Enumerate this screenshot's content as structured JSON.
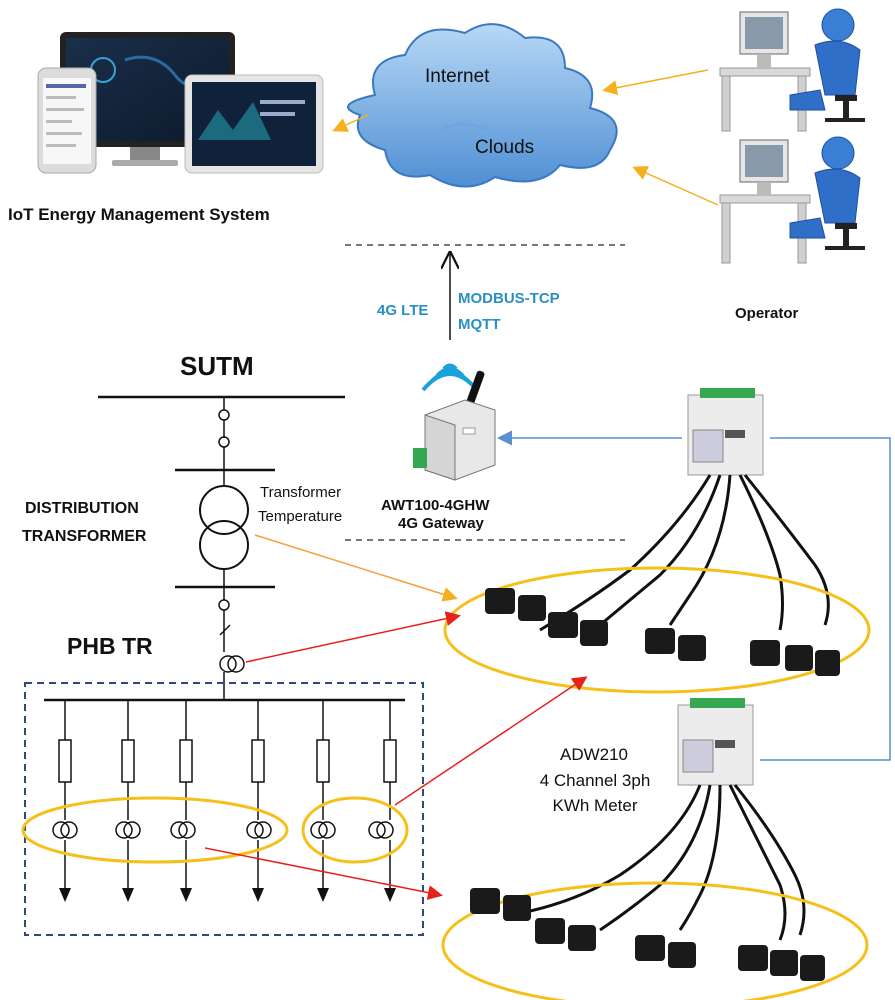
{
  "labels": {
    "iot_system": "IoT Energy Management System",
    "internet": "Internet",
    "clouds": "Clouds",
    "operator": "Operator",
    "lte": "4G LTE",
    "modbus": "MODBUS-TCP",
    "mqtt": "MQTT",
    "sutm": "SUTM",
    "dist_transformer_1": "DISTRIBUTION",
    "dist_transformer_2": "TRANSFORMER",
    "transformer_temp_1": "Transformer",
    "transformer_temp_2": "Temperature",
    "gateway_1": "AWT100-4GHW",
    "gateway_2": "4G Gateway",
    "phb_tr": "PHB TR",
    "meter_1": "ADW210",
    "meter_2": "4 Channel 3ph",
    "meter_3": "KWh Meter"
  },
  "colors": {
    "ellipse": "#f5c01a",
    "cloud": "#7fb3e6",
    "arrow_orange": "#f5b020",
    "arrow_red": "#e8201a",
    "line_blue": "#5b8fd0",
    "panel_dash": "#2c4a80",
    "protocol_text": "#2a8fc4"
  }
}
